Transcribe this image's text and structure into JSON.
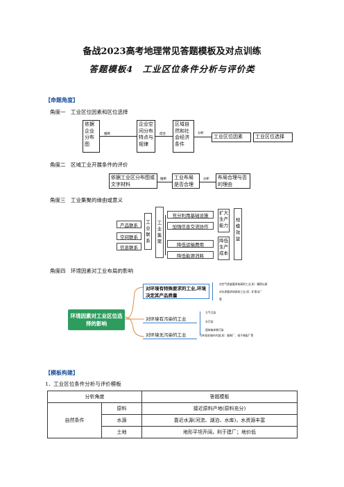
{
  "header": {
    "title": "备战2023高考地理常见答题模板及对点训练",
    "subtitle": "答题模板4　工业区位条件分析与评价类"
  },
  "section1": {
    "label": "【命题角度】",
    "angles": [
      "角度一　工业区位因素和区位选择",
      "角度二　区域工业开展条件的评价",
      "角度三　工业集聚的缘由或意义",
      "角度四　环境因素对工业布局的影响"
    ]
  },
  "diagram1": {
    "box1": "依据企业分布图",
    "arrow1": "推断",
    "box2": "企业空间分布特点与规律",
    "arrow2": "结合",
    "box3": "区域自然和社会经济条件",
    "arrow3": "分析",
    "box4": "工业区位因素",
    "box5": "工业区位选择"
  },
  "diagram2": {
    "box1": "依据工业区分布图或文字材料",
    "arrow1": "推断",
    "box2": "工业布局是否合理",
    "arrow2": "分析",
    "box3": "布局合理与否的理由"
  },
  "diagram3": {
    "left": [
      "产品联系",
      "空间联系",
      "信息联系"
    ],
    "col1": "工业联系",
    "col2": "工业集聚",
    "mid": [
      "充分利用基础设施",
      "加强信息交流协作",
      "降低运输费用",
      "降低能源消耗"
    ],
    "right": [
      "扩大生产能力",
      "降低生产成本"
    ],
    "far": "规模效益"
  },
  "diagram4": {
    "main": "环境因素对工业区位选择的影响",
    "branches": [
      {
        "label": "对环境有特殊要求的工业,环境决定其产品质量",
        "notes": [
          "对空气质量要求较高的工业,如：精密仪表",
          "对水质要求较高的工业,如：矿泉水厂"
        ],
        "extra": "等"
      },
      {
        "label": "对环境有污染的工业",
        "notes": [
          "大气污染",
          "水污染",
          "固体废弃物污染"
        ]
      },
      {
        "label": "对环境无污染的工业",
        "notes": [
          "可布局在城市内部,如：服装厂、电子装配厂等"
        ]
      }
    ]
  },
  "section2": {
    "label": "【模板构建】",
    "item": "1．工业区位条件分析与评价模板"
  },
  "table": {
    "headers": [
      "分析角度",
      "答题模板"
    ],
    "group": "自然条件",
    "rows": [
      {
        "factor": "原料",
        "template": "接近原料产地(原料充分)"
      },
      {
        "factor": "水源",
        "template": "靠近水源(河流、湖泊、水库)，水资源丰富"
      },
      {
        "factor": "土地",
        "template": "地形平坦开阔，利于建厂；地价低"
      }
    ]
  }
}
